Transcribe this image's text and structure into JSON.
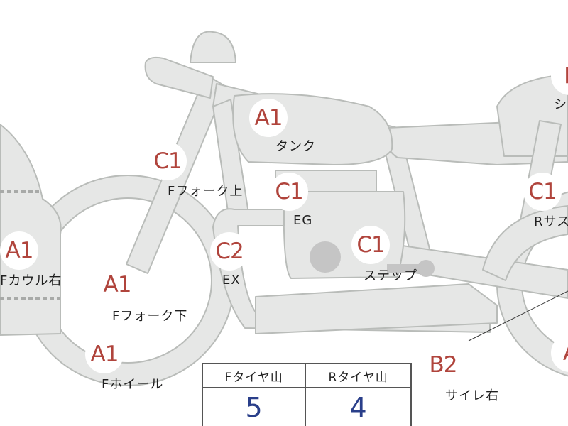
{
  "colors": {
    "body_fill": "#e6e7e6",
    "body_stroke": "#b9bcb9",
    "badge_text": "#b0443c",
    "value_text": "#2a3f8a",
    "dot": "#c5c5c5",
    "ink": "#1f1f1f"
  },
  "parts": [
    {
      "grade": "A1",
      "name": "タンク"
    },
    {
      "grade": "C1",
      "name": "Fフォーク上"
    },
    {
      "grade": "C1",
      "name": "EG"
    },
    {
      "grade": "A1",
      "name": "Fカウル右"
    },
    {
      "grade": "C2",
      "name": "EX"
    },
    {
      "grade": "C1",
      "name": "ステップ"
    },
    {
      "grade": "A1",
      "name": "Fフォーク下"
    },
    {
      "grade": "A1",
      "name": "Fホイール"
    },
    {
      "grade": "B2",
      "name": "サイレ右"
    },
    {
      "grade": "C1",
      "name": "Rサス"
    },
    {
      "grade": "P",
      "name": "シ"
    },
    {
      "grade": "A",
      "name": ""
    }
  ],
  "tire_table": {
    "headers": [
      "Fタイヤ山",
      "Rタイヤ山"
    ],
    "values": [
      "5",
      "4"
    ]
  }
}
